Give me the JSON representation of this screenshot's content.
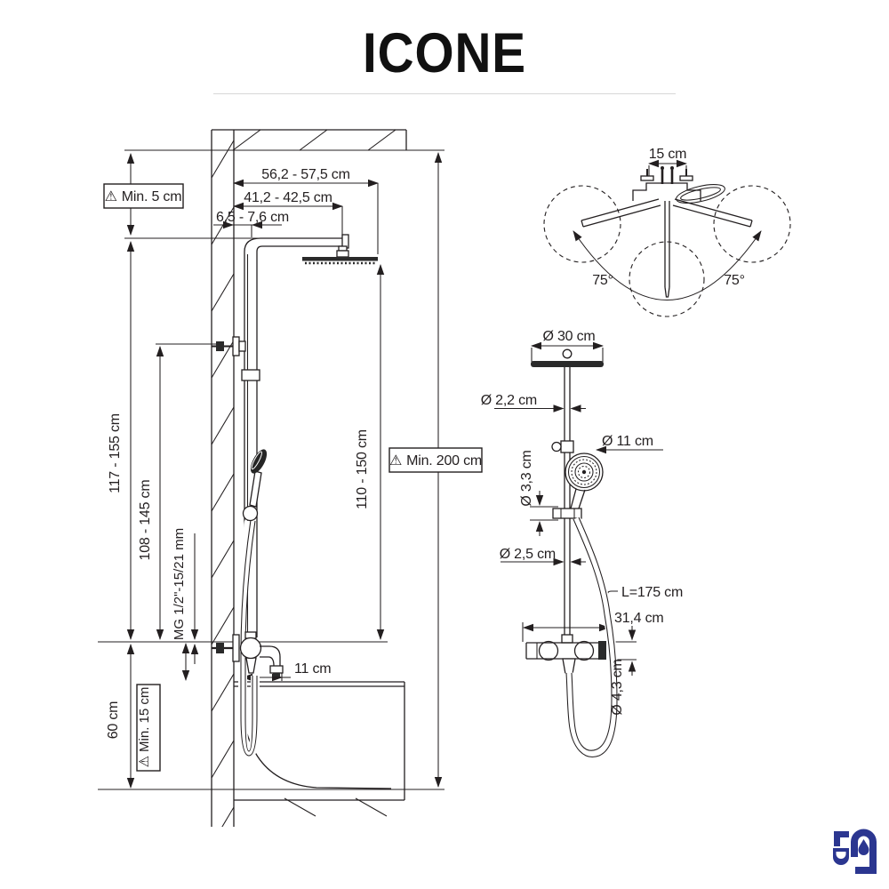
{
  "title": "ICONE",
  "icons": {
    "warning": "⚠"
  },
  "colors": {
    "line": "#231f20",
    "logo_blue": "#2b3690",
    "divider": "#d8d8d8"
  },
  "installation_view": {
    "min_ceiling_clearance": "Min. 5 cm",
    "min_room_height": "Min. 200 cm",
    "min_above_tub": "Min. 15 cm",
    "overall_width": "56,2 - 57,5 cm",
    "arm_projection": "41,2 - 42,5 cm",
    "wall_to_pipe": "6,5 - 7,6 cm",
    "column_height_range": "117 - 155 cm",
    "bracket_height_range": "108 - 145 cm",
    "supply_thread": "MG 1/2\"-15/21 mm",
    "head_to_mixer_range": "110 - 150 cm",
    "spout_reach": "11 cm",
    "tub_height": "60 cm"
  },
  "top_view": {
    "inlet_spacing": "15 cm",
    "swivel_left": "75°",
    "swivel_right": "75°"
  },
  "front_view": {
    "head_diameter": "Ø 30 cm",
    "upper_pipe_diameter": "Ø 2,2 cm",
    "hand_shower_diameter": "Ø 11 cm",
    "bracket_diameter": "Ø 3,3 cm",
    "lower_pipe_diameter": "Ø 2,5 cm",
    "hose_length": "L=175 cm",
    "mixer_width": "31,4 cm",
    "mixer_diameter": "Ø 4,3 cm"
  }
}
